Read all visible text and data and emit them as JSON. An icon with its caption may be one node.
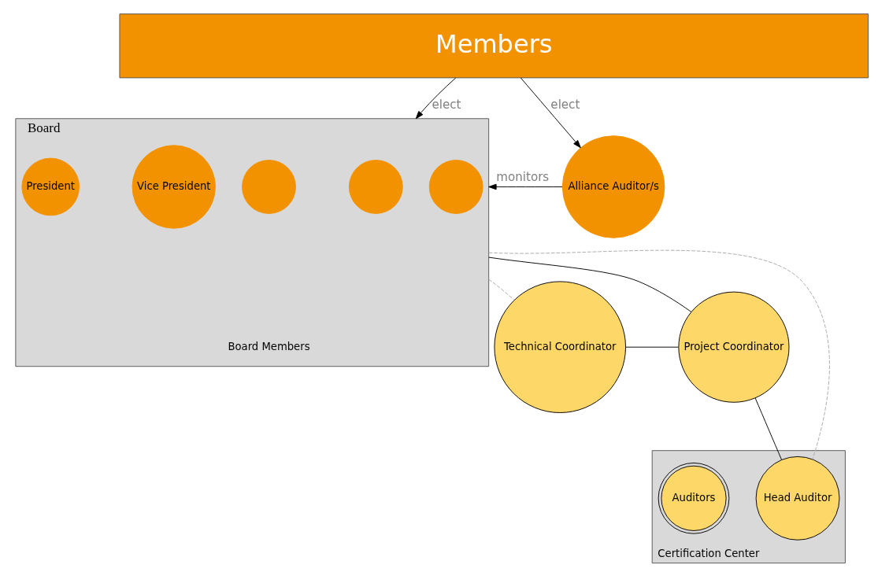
{
  "diagram": {
    "nodes": [
      {
        "text": [
          "Members"
        ]
      },
      {
        "text": [
          "Board"
        ]
      },
      {
        "text": [
          "President"
        ],
        "in": 1
      },
      {
        "text": [
          "Vice President"
        ],
        "in": 1
      },
      {
        "text": [],
        "shape": "circle",
        "in": 1
      },
      {
        "text": [],
        "shape": "circle",
        "in": 1
      },
      {
        "text": [],
        "shape": "circle",
        "in": 1
      },
      {
        "text": [
          "Alliance Auditor/s"
        ]
      },
      {
        "text": [
          "Technical Coordinator"
        ]
      },
      {
        "text": [
          "Project Coordinator"
        ]
      },
      {
        "text": [
          "Certification Center"
        ]
      },
      {
        "text": [
          "Head Auditor"
        ],
        "in": 10
      },
      {
        "text": [
          "Auditors"
        ],
        "in": 10
      }
    ],
    "edges": [
      {
        "from": 0,
        "to": 1,
        "arrow": "to",
        "label": "elect"
      },
      {
        "from": 0,
        "to": 7,
        "arrow": "to",
        "label": "elect"
      },
      {
        "from": 7,
        "to": 1,
        "arrow": "to",
        "label": "monitors"
      },
      {
        "from": 1,
        "to": 8,
        "arrow": "none",
        "style": "dashed",
        "color": "#aaaaaa"
      },
      {
        "from": 1,
        "to": 9,
        "arrow": "none"
      },
      {
        "from": 1,
        "to": 11,
        "arrow": "none",
        "style": "dashed",
        "color": "#aaaaaa"
      },
      {
        "from": 8,
        "to": 9,
        "arrow": "none"
      },
      {
        "from": 9,
        "to": 11,
        "arrow": "none"
      }
    ],
    "labels": [
      "Board Members"
    ]
  }
}
